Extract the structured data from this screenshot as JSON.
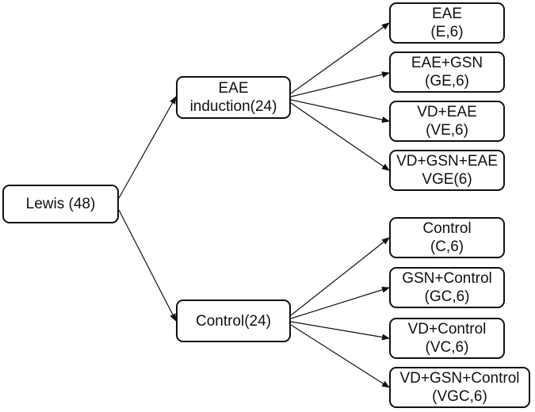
{
  "root": {
    "line1": "Lewis (48)"
  },
  "branches": [
    {
      "line1": "EAE",
      "line2": "induction(24)",
      "leaves": [
        {
          "line1": "EAE",
          "line2": "(E,6)"
        },
        {
          "line1": "EAE+GSN",
          "line2": "(GE,6)"
        },
        {
          "line1": "VD+EAE",
          "line2": "(VE,6)"
        },
        {
          "line1": "VD+GSN+EAE",
          "line2": "VGE(6)"
        }
      ]
    },
    {
      "line1": "Control(24)",
      "leaves": [
        {
          "line1": "Control",
          "line2": "(C,6)"
        },
        {
          "line1": "GSN+Control",
          "line2": "(GC,6)"
        },
        {
          "line1": "VD+Control",
          "line2": "(VC,6)"
        },
        {
          "line1": "VD+GSN+Control",
          "line2": "(VGC,6)"
        }
      ]
    }
  ]
}
